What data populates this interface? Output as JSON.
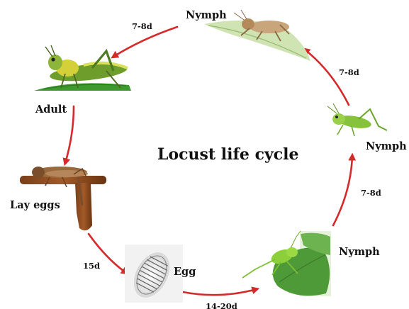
{
  "title": "Locust life cycle",
  "stages": {
    "nymph_top": "Nymph",
    "adult": "Adult",
    "lay_eggs": "Lay eggs",
    "egg": "Egg",
    "nymph_bottom": "Nymph",
    "nymph_right": "Nymph"
  },
  "durations": {
    "nymph_top_to_adult": "7-8d",
    "layeggs_to_egg": "15d",
    "egg_to_nymph": "14-20d",
    "nymph_bottom_to_right": "7-8d",
    "nymph_right_to_top": "7-8d"
  },
  "colors": {
    "arrow": "#d42a2a",
    "text": "#111111"
  }
}
